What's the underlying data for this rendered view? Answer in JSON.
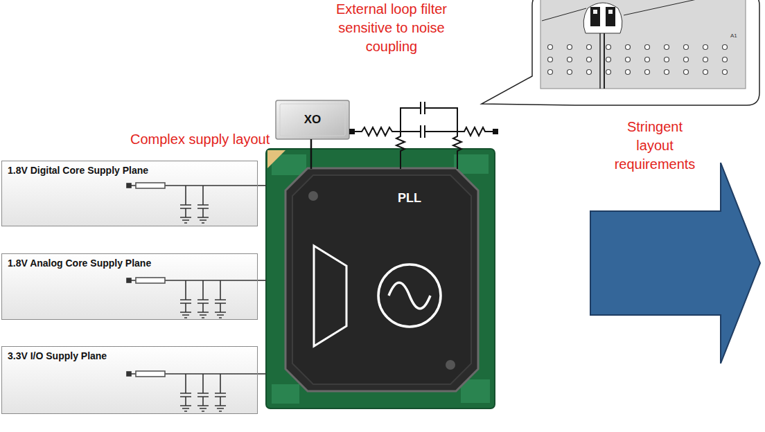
{
  "diagram": {
    "nodes": [
      {
        "text": [
          "1.8V Digital Core Supply Plane"
        ]
      },
      {
        "text": [
          "1.8V Analog Core Supply Plane"
        ]
      },
      {
        "text": [
          "3.3V I/O Supply Plane"
        ]
      },
      {
        "text": [
          "XO"
        ]
      },
      {
        "text": [
          "PLL"
        ]
      }
    ],
    "edges": [
      {
        "from": 0,
        "to": 4,
        "arrow": "none"
      },
      {
        "from": 1,
        "to": 4,
        "arrow": "none"
      },
      {
        "from": 2,
        "to": 4,
        "arrow": "none"
      },
      {
        "from": 3,
        "to": 4,
        "arrow": "none"
      }
    ],
    "labels": [
      "External loop filter sensitive to noise coupling",
      "Complex supply layout",
      "Stringent layout requirements",
      "A1"
    ]
  }
}
